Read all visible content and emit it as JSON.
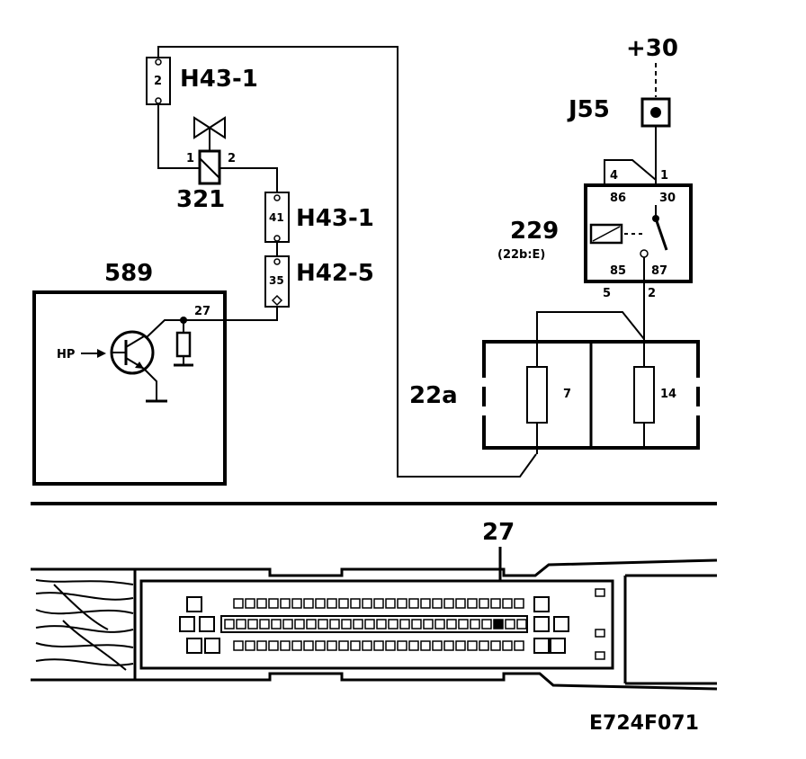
{
  "labels": {
    "plus30": "+30",
    "j55": "J55",
    "h43_1_top": "H43-1",
    "h43_1_mid": "H43-1",
    "h42_5": "H42-5",
    "c321": "321",
    "c589": "589",
    "c229": "229",
    "c229_sub": "(22b:E)",
    "c22a": "22a",
    "hp": "HP",
    "callout27": "27",
    "figure_id": "E724F071"
  },
  "pins": {
    "h43_top_pin": "2",
    "valve_pin1": "1",
    "valve_pin2": "2",
    "h43_mid_pin": "41",
    "h42_pin": "35",
    "ecu_pin": "27",
    "relay_top_left": "4",
    "relay_top_right": "1",
    "relay_86": "86",
    "relay_30": "30",
    "relay_85": "85",
    "relay_87": "87",
    "relay_bot_left": "5",
    "relay_bot_right": "2",
    "fuse_left": "7",
    "fuse_right": "14"
  }
}
